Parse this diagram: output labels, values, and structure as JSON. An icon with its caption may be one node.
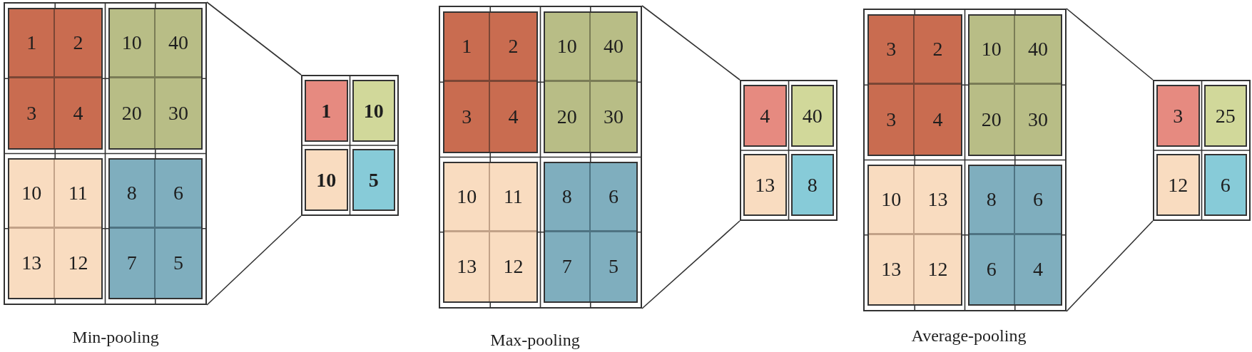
{
  "diagram": {
    "nodes": [
      {
        "text": [],
        "shape": "box"
      },
      {
        "text": [],
        "shape": "box",
        "in": 0
      },
      {
        "text": [
          "1"
        ],
        "in": 1
      },
      {
        "text": [
          "2"
        ],
        "in": 1
      },
      {
        "text": [
          "3"
        ],
        "in": 1
      },
      {
        "text": [
          "4"
        ],
        "in": 1
      },
      {
        "text": [],
        "shape": "box",
        "in": 0
      },
      {
        "text": [
          "10"
        ],
        "in": 6
      },
      {
        "text": [
          "40"
        ],
        "in": 6
      },
      {
        "text": [
          "20"
        ],
        "in": 6
      },
      {
        "text": [
          "30"
        ],
        "in": 6
      },
      {
        "text": [],
        "shape": "box",
        "in": 0
      },
      {
        "text": [
          "10"
        ],
        "in": 11
      },
      {
        "text": [
          "11"
        ],
        "in": 11
      },
      {
        "text": [
          "13"
        ],
        "in": 11
      },
      {
        "text": [
          "12"
        ],
        "in": 11
      },
      {
        "text": [],
        "shape": "box",
        "in": 0
      },
      {
        "text": [
          "8"
        ],
        "in": 16
      },
      {
        "text": [
          "6"
        ],
        "in": 16
      },
      {
        "text": [
          "7"
        ],
        "in": 16
      },
      {
        "text": [
          "5"
        ],
        "in": 16
      },
      {
        "text": [],
        "shape": "box"
      },
      {
        "text": [
          "1"
        ],
        "in": 21
      },
      {
        "text": [
          "10"
        ],
        "in": 21
      },
      {
        "text": [
          "10"
        ],
        "in": 21
      },
      {
        "text": [
          "5"
        ],
        "in": 21
      },
      {
        "text": [],
        "shape": "box"
      },
      {
        "text": [],
        "shape": "box",
        "in": 26
      },
      {
        "text": [
          "1"
        ],
        "in": 27
      },
      {
        "text": [
          "2"
        ],
        "in": 27
      },
      {
        "text": [
          "3"
        ],
        "in": 27
      },
      {
        "text": [
          "4"
        ],
        "in": 27
      },
      {
        "text": [],
        "shape": "box",
        "in": 26
      },
      {
        "text": [
          "10"
        ],
        "in": 32
      },
      {
        "text": [
          "40"
        ],
        "in": 32
      },
      {
        "text": [
          "20"
        ],
        "in": 32
      },
      {
        "text": [
          "30"
        ],
        "in": 32
      },
      {
        "text": [],
        "shape": "box",
        "in": 26
      },
      {
        "text": [
          "10"
        ],
        "in": 37
      },
      {
        "text": [
          "11"
        ],
        "in": 37
      },
      {
        "text": [
          "13"
        ],
        "in": 37
      },
      {
        "text": [
          "12"
        ],
        "in": 37
      },
      {
        "text": [],
        "shape": "box",
        "in": 26
      },
      {
        "text": [
          "8"
        ],
        "in": 42
      },
      {
        "text": [
          "6"
        ],
        "in": 42
      },
      {
        "text": [
          "7"
        ],
        "in": 42
      },
      {
        "text": [
          "5"
        ],
        "in": 42
      },
      {
        "text": [],
        "shape": "box"
      },
      {
        "text": [
          "4"
        ],
        "in": 47
      },
      {
        "text": [
          "40"
        ],
        "in": 47
      },
      {
        "text": [
          "13"
        ],
        "in": 47
      },
      {
        "text": [
          "8"
        ],
        "in": 47
      },
      {
        "text": [],
        "shape": "box"
      },
      {
        "text": [],
        "shape": "box",
        "in": 52
      },
      {
        "text": [
          "3"
        ],
        "in": 53
      },
      {
        "text": [
          "2"
        ],
        "in": 53
      },
      {
        "text": [
          "3"
        ],
        "in": 53
      },
      {
        "text": [
          "4"
        ],
        "in": 53
      },
      {
        "text": [],
        "shape": "box",
        "in": 52
      },
      {
        "text": [
          "10"
        ],
        "in": 58
      },
      {
        "text": [
          "40"
        ],
        "in": 58
      },
      {
        "text": [
          "20"
        ],
        "in": 58
      },
      {
        "text": [
          "30"
        ],
        "in": 58
      },
      {
        "text": [],
        "shape": "box",
        "in": 52
      },
      {
        "text": [
          "10"
        ],
        "in": 63
      },
      {
        "text": [
          "13"
        ],
        "in": 63
      },
      {
        "text": [
          "13"
        ],
        "in": 63
      },
      {
        "text": [
          "12"
        ],
        "in": 63
      },
      {
        "text": [],
        "shape": "box",
        "in": 52
      },
      {
        "text": [
          "8"
        ],
        "in": 68
      },
      {
        "text": [
          "6"
        ],
        "in": 68
      },
      {
        "text": [
          "6"
        ],
        "in": 68
      },
      {
        "text": [
          "4"
        ],
        "in": 68
      },
      {
        "text": [],
        "shape": "box"
      },
      {
        "text": [
          "3"
        ],
        "in": 73
      },
      {
        "text": [
          "25"
        ],
        "in": 73
      },
      {
        "text": [
          "12"
        ],
        "in": 73
      },
      {
        "text": [
          "6"
        ],
        "in": 73
      }
    ],
    "edges": [
      {
        "from": 0,
        "to": 21,
        "arrow": "none"
      },
      {
        "from": 0,
        "to": 21,
        "arrow": "none"
      },
      {
        "from": 26,
        "to": 47,
        "arrow": "none"
      },
      {
        "from": 26,
        "to": 47,
        "arrow": "none"
      },
      {
        "from": 52,
        "to": 73,
        "arrow": "none"
      },
      {
        "from": 52,
        "to": 73,
        "arrow": "none"
      }
    ],
    "labels": [
      "Min-pooling",
      "Max-pooling",
      "Average-pooling"
    ]
  }
}
